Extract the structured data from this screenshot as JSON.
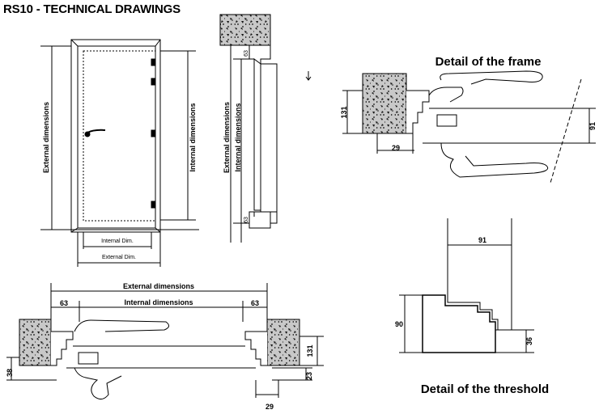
{
  "title": "RS10 - TECHNICAL DRAWINGS",
  "headings": {
    "frame": "Detail of the frame",
    "threshold": "Detail of the threshold"
  },
  "elevation": {
    "external_vertical": "External dimensions",
    "internal_vertical": "Internal dimensions",
    "internal_dim": "Internal Dim.",
    "external_dim": "External Dim."
  },
  "section": {
    "external_vertical": "External dimensions",
    "internal_vertical": "Internal dimensions",
    "top_dim": "63",
    "bottom_dim": "63"
  },
  "frame_detail": {
    "height": "131",
    "depth": "29",
    "leaf": "91"
  },
  "plan": {
    "external": "External dimensions",
    "internal": "Internal dimensions",
    "left_63": "63",
    "right_63": "63",
    "left_38": "38",
    "right_131": "131",
    "right_23": "23",
    "right_29": "29"
  },
  "threshold_detail": {
    "width": "91",
    "height": "90",
    "step": "36"
  },
  "colors": {
    "ink": "#000000",
    "wall_fill": "#c8c8c8",
    "speckle": "#111111",
    "background": "#ffffff"
  }
}
